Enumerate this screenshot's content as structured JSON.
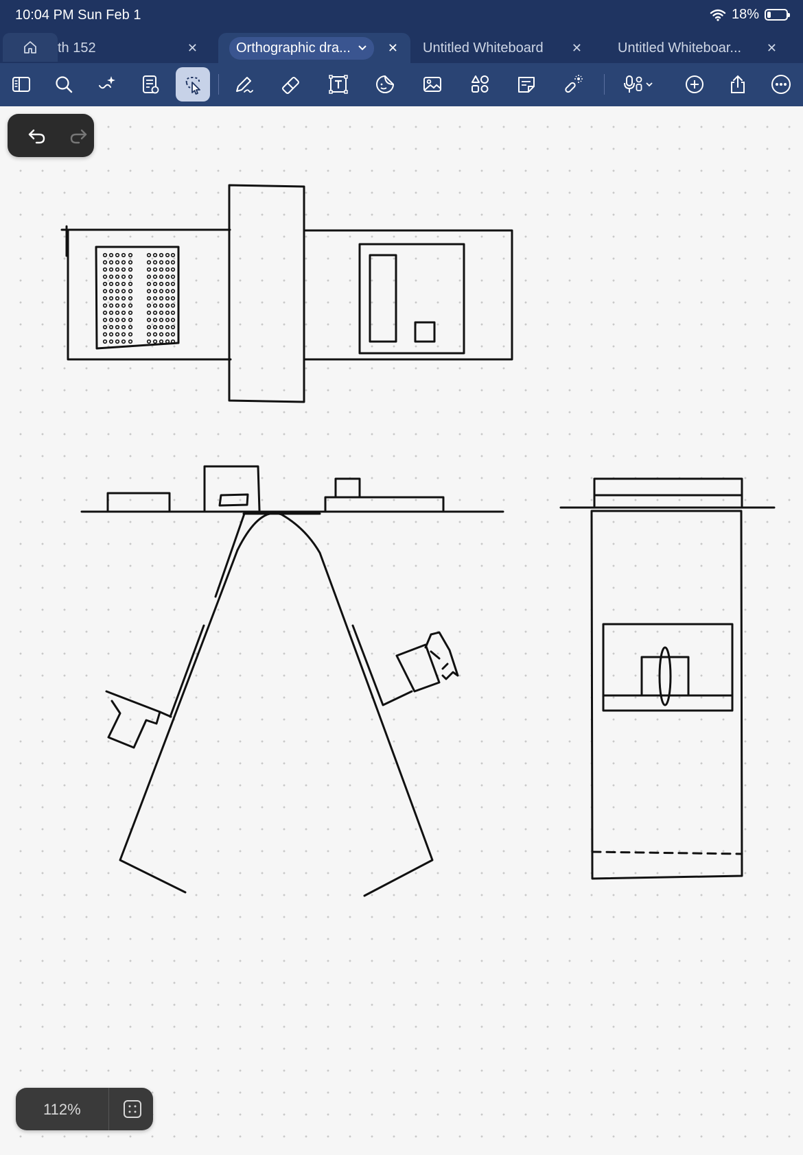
{
  "status": {
    "time": "10:04 PM   Sun Feb 1",
    "battery": "18%"
  },
  "tabs": [
    {
      "label": "th 152"
    },
    {
      "label": "Orthographic dra..."
    },
    {
      "label": "Untitled Whiteboard"
    },
    {
      "label": "Untitled Whiteboar..."
    }
  ],
  "zoom": {
    "level": "112%"
  },
  "icons": {
    "toolbar": [
      "sidebar-icon",
      "search-icon",
      "sparkle-icon",
      "document-settings-icon",
      "lasso-select-icon",
      "pen-icon",
      "eraser-icon",
      "text-box-icon",
      "sticker-icon",
      "image-icon",
      "shapes-icon",
      "sticky-note-icon",
      "laser-pointer-icon",
      "microphone-icon",
      "add-icon",
      "share-icon",
      "more-icon"
    ]
  },
  "colors": {
    "header": "#1f3461",
    "toolbar": "#2a4474",
    "selected_tool": "#c7d2e8",
    "canvas": "#f6f6f6"
  }
}
